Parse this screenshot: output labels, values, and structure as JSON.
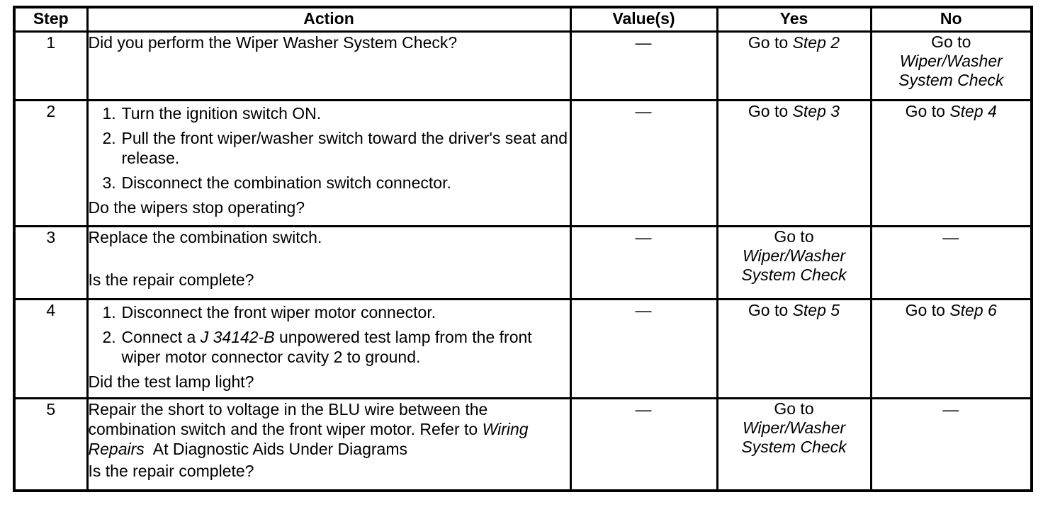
{
  "table": {
    "headers": {
      "step": "Step",
      "action": "Action",
      "values": "Value(s)",
      "yes": "Yes",
      "no": "No"
    },
    "rows": [
      {
        "step": "1",
        "question": "Did you perform the Wiper Washer System Check?",
        "value": "—",
        "yes_pre": "Go to ",
        "yes_italic": "Step 2",
        "no_line1": "Go to",
        "no_line2": "Wiper/Washer",
        "no_line3": "System Check"
      },
      {
        "step": "2",
        "items": [
          {
            "num": "1.",
            "text": "Turn the ignition switch ON."
          },
          {
            "num": "2.",
            "text": "Pull the front wiper/washer switch toward the driver's seat and release."
          },
          {
            "num": "3.",
            "text": "Disconnect the combination switch connector."
          }
        ],
        "question": "Do the wipers stop operating?",
        "value": "—",
        "yes_pre": "Go to ",
        "yes_italic": "Step 3",
        "no_pre": "Go to ",
        "no_italic": "Step 4"
      },
      {
        "step": "3",
        "statement": "Replace the combination switch.",
        "question": "Is the repair complete?",
        "value": "—",
        "yes_line1": "Go to",
        "yes_line2": "Wiper/Washer",
        "yes_line3": "System Check",
        "no_dash": "—"
      },
      {
        "step": "4",
        "items": [
          {
            "num": "1.",
            "text": "Disconnect the front wiper motor connector."
          },
          {
            "num": "2.",
            "pre": "Connect a ",
            "italic": "J 34142-B",
            "post": " unpowered test lamp from the front wiper motor connector cavity 2 to ground."
          }
        ],
        "question": "Did the test lamp light?",
        "value": "—",
        "yes_pre": "Go to ",
        "yes_italic": "Step 5",
        "no_pre": "Go to ",
        "no_italic": "Step 6"
      },
      {
        "step": "5",
        "statement_pre": "Repair the short to voltage in the BLU wire between the combination switch and the front wiper motor. Refer to ",
        "statement_italic": "Wiring Repairs",
        "statement_post": "At Diagnostic Aids Under Diagrams",
        "question": "Is the repair complete?",
        "value": "—",
        "yes_line1": "Go to",
        "yes_line2": "Wiper/Washer",
        "yes_line3": "System Check",
        "no_dash": "—"
      }
    ]
  }
}
